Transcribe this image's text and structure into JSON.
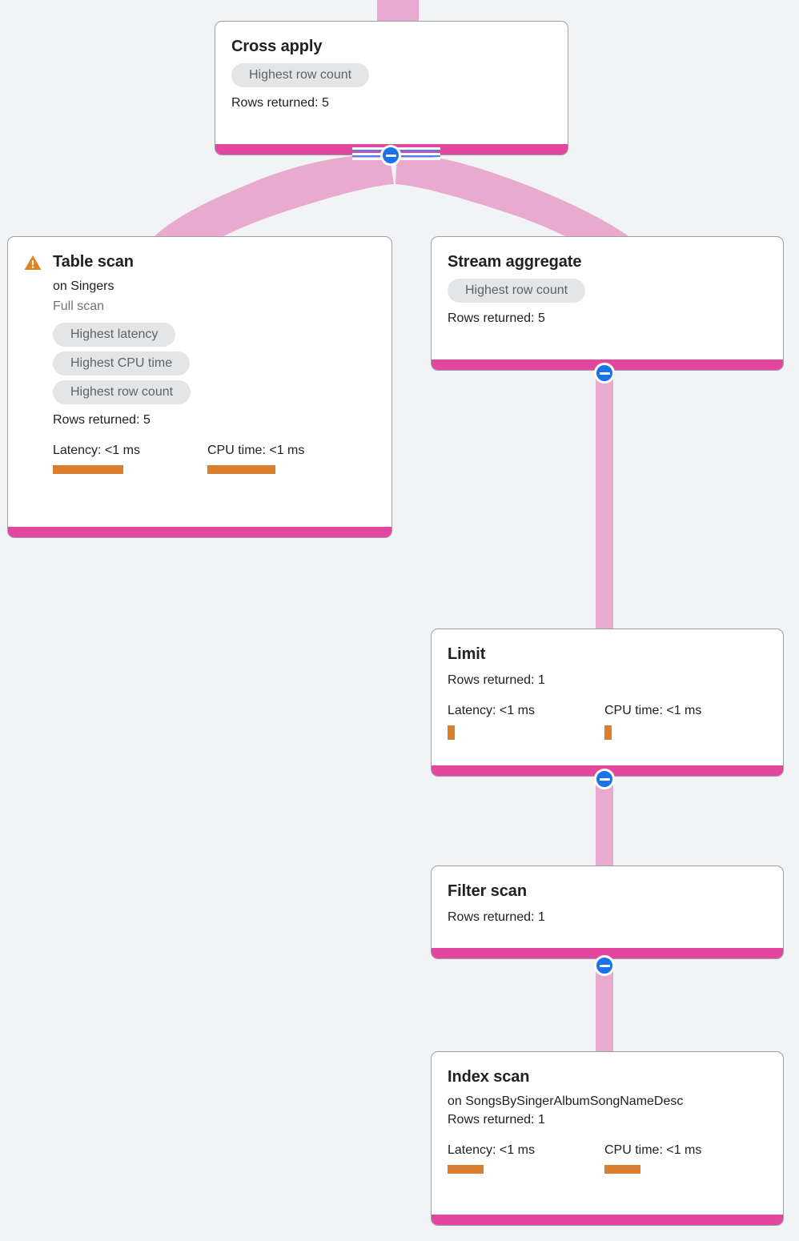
{
  "diagram": {
    "kind": "query-execution-plan",
    "colors": {
      "background": "#f1f3f4",
      "edge": "#e8abcf",
      "node_accent": "#e2469e",
      "metric_bar": "#da7f2f",
      "toggle": "#1a73e8",
      "warning": "#e08124",
      "chip_bg": "#e4e5e6",
      "chip_text": "#5f6368",
      "card_border": "#9aa0a6",
      "title_text": "#202124"
    },
    "labels": {
      "rows_prefix": "Rows returned",
      "latency_prefix": "Latency",
      "cpu_prefix": "CPU time",
      "on_prefix": "on",
      "collapse_toggle": "collapse"
    },
    "nodes": [
      {
        "id": "cross-apply",
        "title": "Cross apply",
        "subtitle": null,
        "scan_type": null,
        "warning": false,
        "chips": [
          "Highest row count"
        ],
        "rows_returned": "Rows returned: 5",
        "latency": null,
        "cpu_time": null,
        "has_toggle": true
      },
      {
        "id": "table-scan",
        "title": "Table scan",
        "subtitle": "on Singers",
        "scan_type": "Full scan",
        "warning": true,
        "chips": [
          "Highest latency",
          "Highest CPU time",
          "Highest row count"
        ],
        "rows_returned": "Rows returned: 5",
        "latency": "Latency: <1 ms",
        "cpu_time": "CPU time: <1 ms",
        "latency_bar_width": 88,
        "cpu_bar_width": 85,
        "has_toggle": false
      },
      {
        "id": "stream-aggregate",
        "title": "Stream aggregate",
        "subtitle": null,
        "scan_type": null,
        "warning": false,
        "chips": [
          "Highest row count"
        ],
        "rows_returned": "Rows returned: 5",
        "latency": null,
        "cpu_time": null,
        "has_toggle": true
      },
      {
        "id": "limit",
        "title": "Limit",
        "subtitle": null,
        "scan_type": null,
        "warning": false,
        "chips": [],
        "rows_returned": "Rows returned: 1",
        "latency": "Latency: <1 ms",
        "cpu_time": "CPU time: <1 ms",
        "latency_bar_width": 9,
        "cpu_bar_width": 9,
        "has_toggle": true
      },
      {
        "id": "filter-scan",
        "title": "Filter scan",
        "subtitle": null,
        "scan_type": null,
        "warning": false,
        "chips": [],
        "rows_returned": "Rows returned: 1",
        "latency": null,
        "cpu_time": null,
        "has_toggle": true
      },
      {
        "id": "index-scan",
        "title": "Index scan",
        "subtitle": "on SongsBySingerAlbumSongNameDesc",
        "scan_type": null,
        "warning": false,
        "chips": [],
        "rows_returned": "Rows returned: 1",
        "latency": "Latency: <1 ms",
        "cpu_time": "CPU time: <1 ms",
        "latency_bar_width": 45,
        "cpu_bar_width": 45,
        "has_toggle": false
      }
    ],
    "edges": [
      {
        "from": "above",
        "to": "cross-apply"
      },
      {
        "from": "cross-apply",
        "to": "table-scan"
      },
      {
        "from": "cross-apply",
        "to": "stream-aggregate"
      },
      {
        "from": "stream-aggregate",
        "to": "limit"
      },
      {
        "from": "limit",
        "to": "filter-scan"
      },
      {
        "from": "filter-scan",
        "to": "index-scan"
      }
    ]
  }
}
